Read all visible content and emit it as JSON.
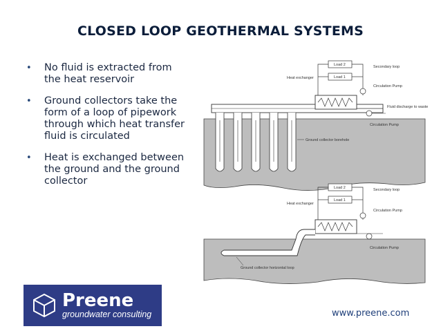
{
  "slide": {
    "title": "CLOSED LOOP GEOTHERMAL SYSTEMS",
    "bullets": [
      "No fluid is extracted from the heat reservoir",
      "Ground collectors take the form of a loop of pipework through which heat transfer fluid is circulated",
      "Heat is exchanged between the ground and the ground collector"
    ],
    "website": "www.preene.com"
  },
  "logo": {
    "name": "Preene",
    "tagline": "groundwater consulting",
    "color": "#2e3c86"
  },
  "diagram_top": {
    "load2": "Load 2",
    "load1": "Load 1",
    "heat_exchanger": "Heat exchanger",
    "secondary_loop": "Secondary loop",
    "circulation_pump": "Circulation Pump",
    "fluid_discharge": "Fluid discharge to waste",
    "circulation_pump_2": "Circulation Pump",
    "ground_collector": "Ground collector borehole"
  },
  "diagram_bottom": {
    "load2": "Load 2",
    "load1": "Load 1",
    "heat_exchanger": "Heat exchanger",
    "secondary_loop": "Secondary loop",
    "circulation_pump": "Circulation Pump",
    "circulation_pump_2": "Circulation Pump",
    "ground_collector": "Ground collector horizontal loop"
  }
}
